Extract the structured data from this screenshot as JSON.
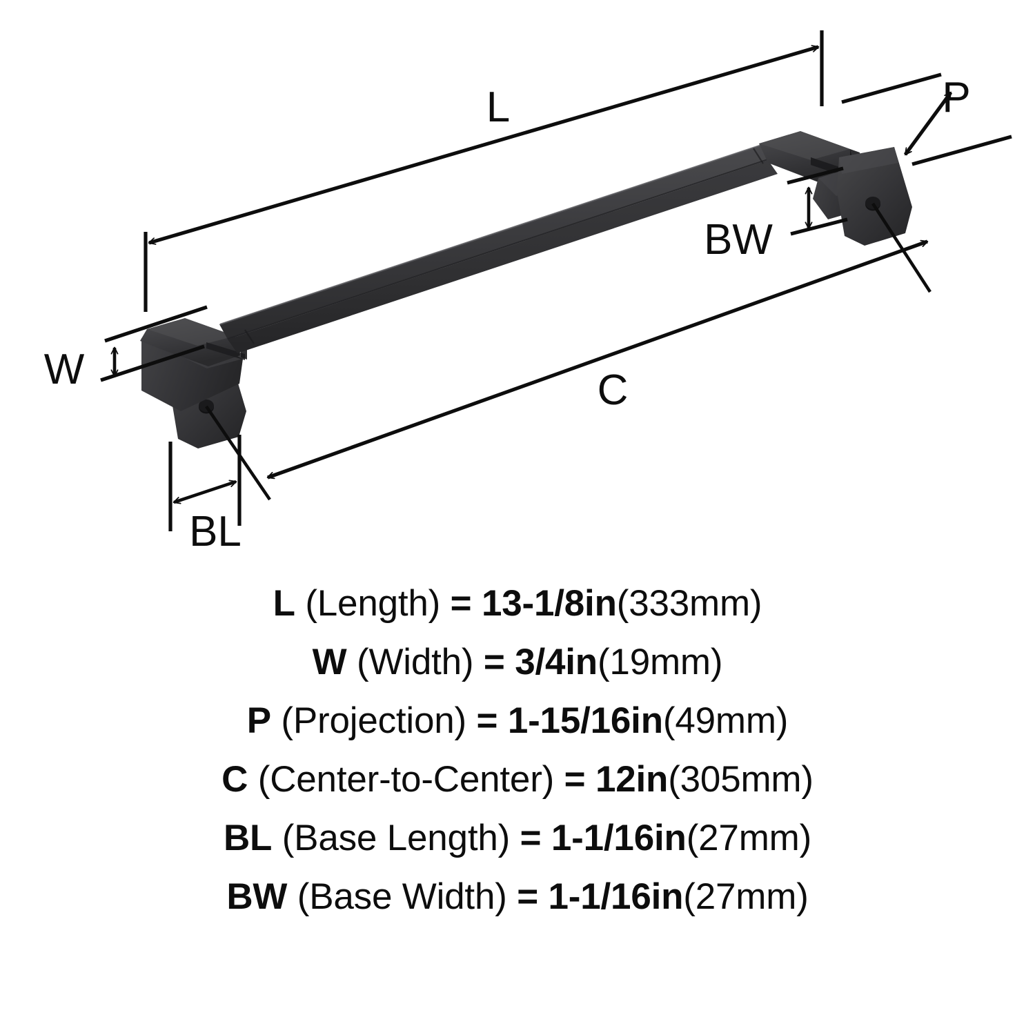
{
  "product": {
    "type": "cabinet-pull-handle",
    "finish_color": "#37373a"
  },
  "diagram": {
    "labels": {
      "length": "L",
      "width": "W",
      "projection": "P",
      "center_to_center": "C",
      "base_length": "BL",
      "base_width": "BW"
    }
  },
  "specs": [
    {
      "key": "L",
      "name": "(Length)",
      "equals": "=",
      "imperial": "13-1/8in",
      "metric": "(333mm)"
    },
    {
      "key": "W",
      "name": "(Width)",
      "equals": "=",
      "imperial": "3/4in",
      "metric": "(19mm)"
    },
    {
      "key": "P",
      "name": "(Projection)",
      "equals": "=",
      "imperial": "1-15/16in",
      "metric": "(49mm)"
    },
    {
      "key": "C",
      "name": "(Center-to-Center)",
      "equals": "=",
      "imperial": "12in",
      "metric": "(305mm)"
    },
    {
      "key": "BL",
      "name": "(Base Length)",
      "equals": "=",
      "imperial": "1-1/16in",
      "metric": "(27mm)"
    },
    {
      "key": "BW",
      "name": "(Base Width)",
      "equals": "=",
      "imperial": "1-1/16in",
      "metric": "(27mm)"
    }
  ]
}
